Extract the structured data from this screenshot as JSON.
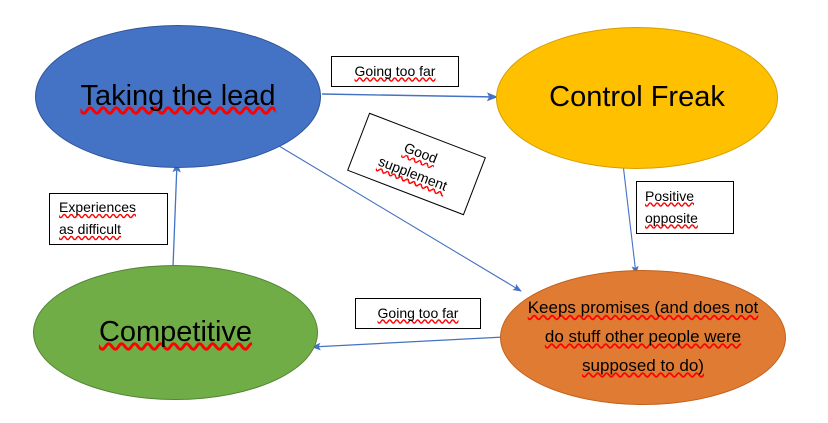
{
  "diagram": {
    "title": "Taking the lead / Control Freak / Competitive behaviour cycle",
    "background_color": "#FFFFFF",
    "arrow_color": "#4472C4",
    "nodes": [
      {
        "id": "taking-the-lead",
        "label": "Taking the lead",
        "fill": "#4472C4",
        "stroke": "#2F5597",
        "spellcheck_underline": true
      },
      {
        "id": "control-freak",
        "label": "Control Freak",
        "fill": "#FFC000",
        "stroke": "#D69E00",
        "spellcheck_underline": false
      },
      {
        "id": "competitive",
        "label": "Competitive",
        "fill": "#70AD47",
        "stroke": "#548235",
        "spellcheck_underline": true
      },
      {
        "id": "keeps-promises",
        "label": "Keeps promises (and does not\ndo stuff other people were\nsupposed to do)",
        "fill": "#E07B33",
        "stroke": "#C1611C",
        "spellcheck_underline": true
      }
    ],
    "edge_labels": [
      {
        "id": "going-too-far-top",
        "text": "Going too far",
        "from": "taking-the-lead",
        "to": "control-freak",
        "rotation_deg": 0
      },
      {
        "id": "good-supplement",
        "text": "Good\nsupplement",
        "from": "taking-the-lead",
        "to": "keeps-promises",
        "rotation_deg": 21
      },
      {
        "id": "positive-opposite",
        "text": "Positive\nopposite",
        "from": "control-freak",
        "to": "keeps-promises",
        "rotation_deg": 0
      },
      {
        "id": "going-too-far-bottom",
        "text": "Going too far",
        "from": "keeps-promises",
        "to": "competitive",
        "rotation_deg": 0
      },
      {
        "id": "experiences-as-difficult",
        "text": "Experiences\nas difficult",
        "from": "competitive",
        "to": "taking-the-lead",
        "rotation_deg": 0
      }
    ]
  }
}
